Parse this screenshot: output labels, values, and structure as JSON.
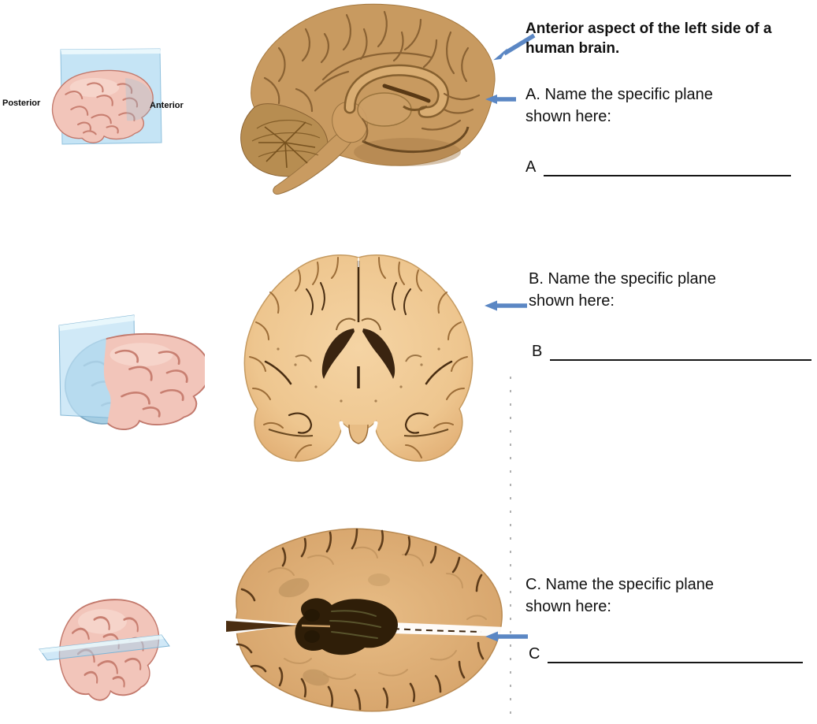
{
  "worksheet": {
    "caption": "Anterior aspect of the left side of a human brain.",
    "orientation": {
      "posterior": "Posterior",
      "anterior": "Anterior"
    },
    "questions": [
      {
        "id": "A",
        "prompt": "A. Name the specific plane shown here:",
        "answer_label": "A",
        "answer_value": ""
      },
      {
        "id": "B",
        "prompt": "B. Name the specific plane shown here:",
        "answer_label": "B",
        "answer_value": ""
      },
      {
        "id": "C",
        "prompt": "C. Name the specific plane shown here:",
        "answer_label": "C",
        "answer_value": ""
      }
    ],
    "colors": {
      "arrow_blue": "#5b87c4",
      "plane_blue": "#bfe0f2",
      "brain_pink": "#f2c5ba",
      "section_tan": "#c89c63"
    }
  }
}
